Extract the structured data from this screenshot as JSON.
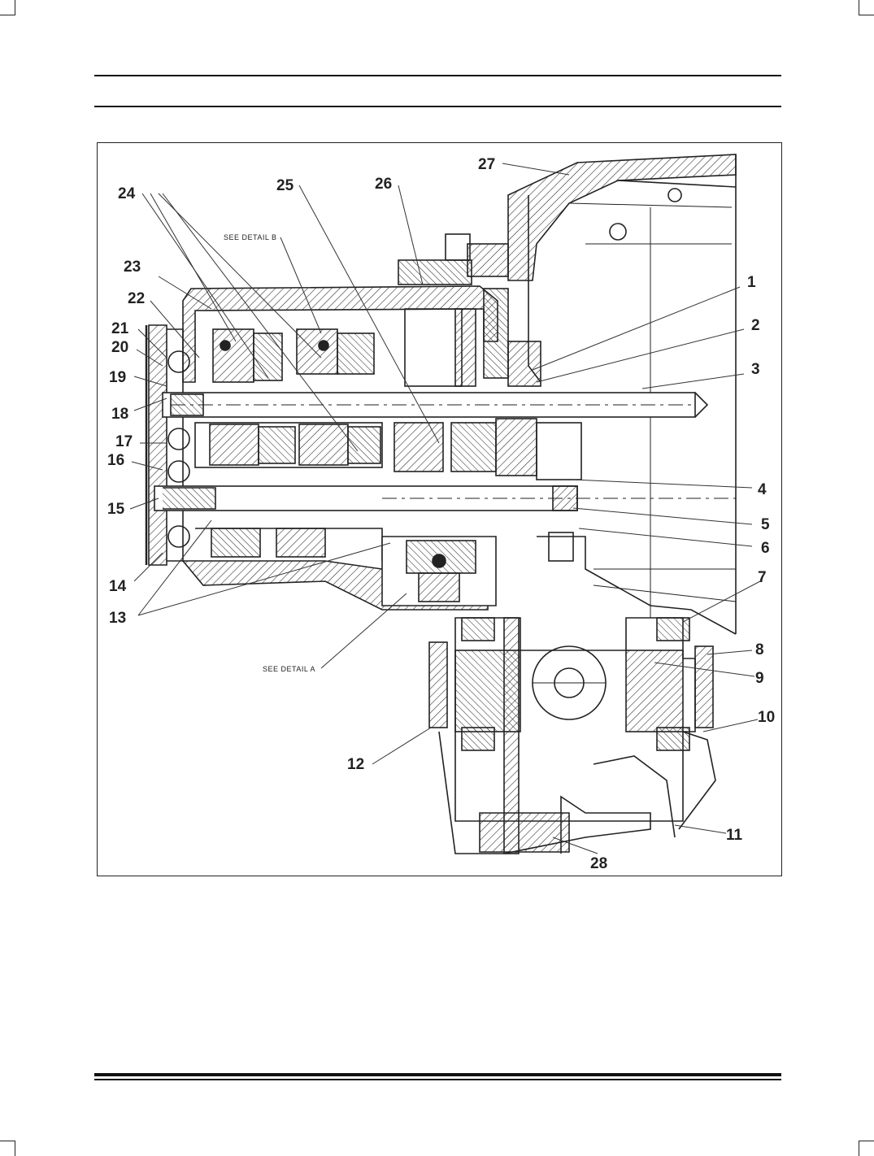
{
  "diagram": {
    "callouts": [
      {
        "id": "1",
        "label": "1"
      },
      {
        "id": "2",
        "label": "2"
      },
      {
        "id": "3",
        "label": "3"
      },
      {
        "id": "4",
        "label": "4"
      },
      {
        "id": "5",
        "label": "5"
      },
      {
        "id": "6",
        "label": "6"
      },
      {
        "id": "7",
        "label": "7"
      },
      {
        "id": "8",
        "label": "8"
      },
      {
        "id": "9",
        "label": "9"
      },
      {
        "id": "10",
        "label": "10"
      },
      {
        "id": "11",
        "label": "11"
      },
      {
        "id": "12",
        "label": "12"
      },
      {
        "id": "13",
        "label": "13"
      },
      {
        "id": "14",
        "label": "14"
      },
      {
        "id": "15",
        "label": "15"
      },
      {
        "id": "16",
        "label": "16"
      },
      {
        "id": "17",
        "label": "17"
      },
      {
        "id": "18",
        "label": "18"
      },
      {
        "id": "19",
        "label": "19"
      },
      {
        "id": "20",
        "label": "20"
      },
      {
        "id": "21",
        "label": "21"
      },
      {
        "id": "22",
        "label": "22"
      },
      {
        "id": "23",
        "label": "23"
      },
      {
        "id": "24",
        "label": "24"
      },
      {
        "id": "25",
        "label": "25"
      },
      {
        "id": "26",
        "label": "26"
      },
      {
        "id": "27",
        "label": "27"
      },
      {
        "id": "28",
        "label": "28"
      }
    ],
    "detail_b_label": "SEE DETAIL  B",
    "detail_a_label": "SEE DETAIL  A"
  }
}
